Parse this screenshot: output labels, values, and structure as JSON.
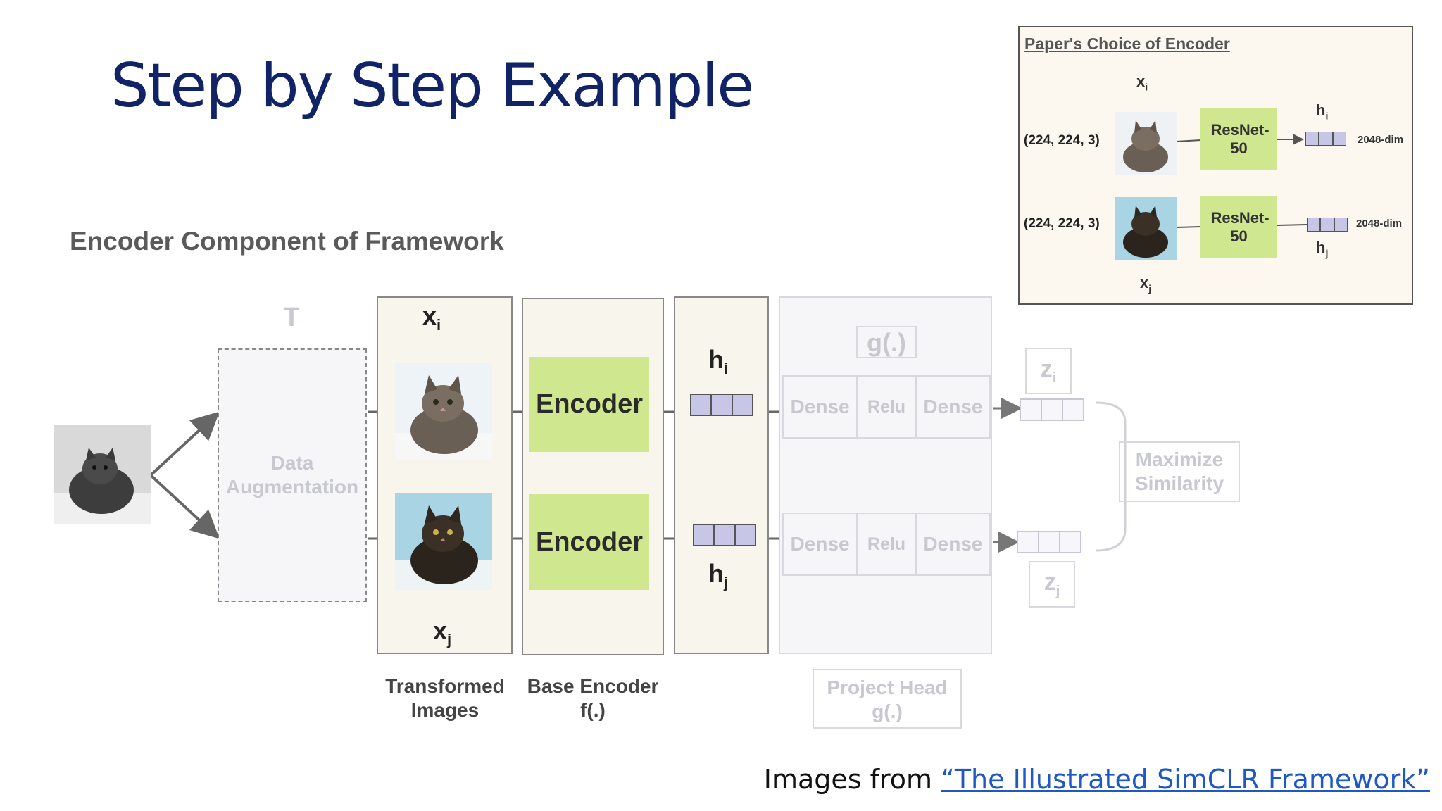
{
  "slide": {
    "title": "Step by Step Example",
    "section_label": "Encoder Component of Framework"
  },
  "augment": {
    "t_label": "T",
    "box_label": "Data Augmentation"
  },
  "transformed": {
    "xi": "x",
    "xi_sub": "i",
    "xj": "x",
    "xj_sub": "j",
    "caption": "Transformed Images"
  },
  "base_encoder": {
    "encoder_top": "Encoder",
    "encoder_bottom": "Encoder",
    "caption_line1": "Base Encoder",
    "caption_line2": "f(.)"
  },
  "representation": {
    "hi": "h",
    "hi_sub": "i",
    "hj": "h",
    "hj_sub": "j"
  },
  "projection": {
    "g_label": "g(.)",
    "dense1": "Dense",
    "relu": "Relu",
    "dense2": "Dense",
    "caption_line1": "Project Head",
    "caption_line2": "g(.)"
  },
  "output": {
    "zi": "z",
    "zi_sub": "i",
    "zj": "z",
    "zj_sub": "j",
    "maximize": "Maximize Similarity"
  },
  "inset": {
    "title": "Paper's Choice of Encoder",
    "xi": "x",
    "xi_sub": "i",
    "xj": "x",
    "xj_sub": "j",
    "shape_top": "(224, 224, 3)",
    "shape_bottom": "(224, 224, 3)",
    "resnet_top": "ResNet-50",
    "resnet_bottom": "ResNet-50",
    "hi": "h",
    "hi_sub": "i",
    "hj": "h",
    "hj_sub": "j",
    "dim_top": "2048-dim",
    "dim_bottom": "2048-dim"
  },
  "footer": {
    "prefix": "Images from ",
    "link": "“The Illustrated SimCLR Framework”"
  },
  "colors": {
    "title": "#0f2366",
    "encoder_green": "#cfe88f",
    "vector_purple": "#c8c6e6",
    "link_blue": "#1f58c2"
  }
}
